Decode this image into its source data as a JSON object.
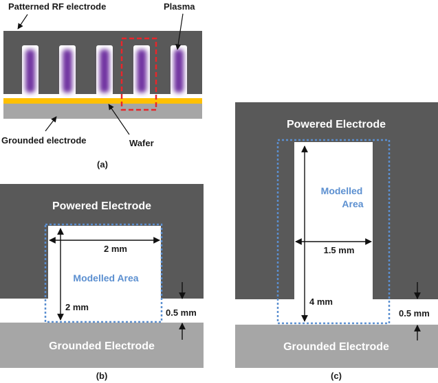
{
  "colors": {
    "electrode_dark": "#595959",
    "electrode_light": "#a6a6a6",
    "wafer": "#ffc000",
    "plasma": "#7030a0",
    "highlight_red": "#e8262b",
    "modelled_blue": "#5b8fd0",
    "text_dark": "#1a1a1a",
    "text_white": "#ffffff"
  },
  "panel_a": {
    "caption": "(a)",
    "labels": {
      "patterned_rf": "Patterned RF electrode",
      "plasma": "Plasma",
      "grounded": "Grounded electrode",
      "wafer": "Wafer"
    },
    "slot_count": 5
  },
  "panel_b": {
    "caption": "(b)",
    "powered": "Powered Electrode",
    "grounded": "Grounded Electrode",
    "modelled": "Modelled Area",
    "dim_width": "2 mm",
    "dim_height": "2 mm",
    "dim_gap": "0.5 mm"
  },
  "panel_c": {
    "caption": "(c)",
    "powered": "Powered Electrode",
    "grounded": "Grounded Electrode",
    "modelled_line1": "Modelled",
    "modelled_line2": "Area",
    "dim_width": "1.5 mm",
    "dim_height": "4 mm",
    "dim_gap": "0.5 mm"
  }
}
